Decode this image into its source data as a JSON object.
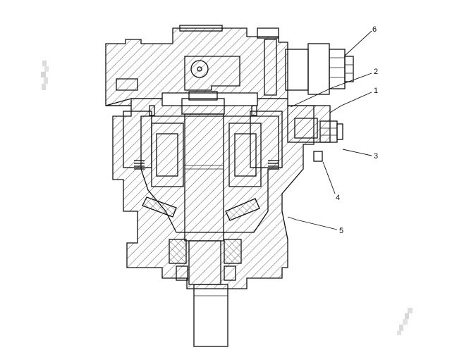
{
  "callouts": [
    {
      "label": "6"
    },
    {
      "label": "2"
    },
    {
      "label": "1"
    },
    {
      "label": "3"
    },
    {
      "label": "4"
    },
    {
      "label": "5"
    }
  ]
}
